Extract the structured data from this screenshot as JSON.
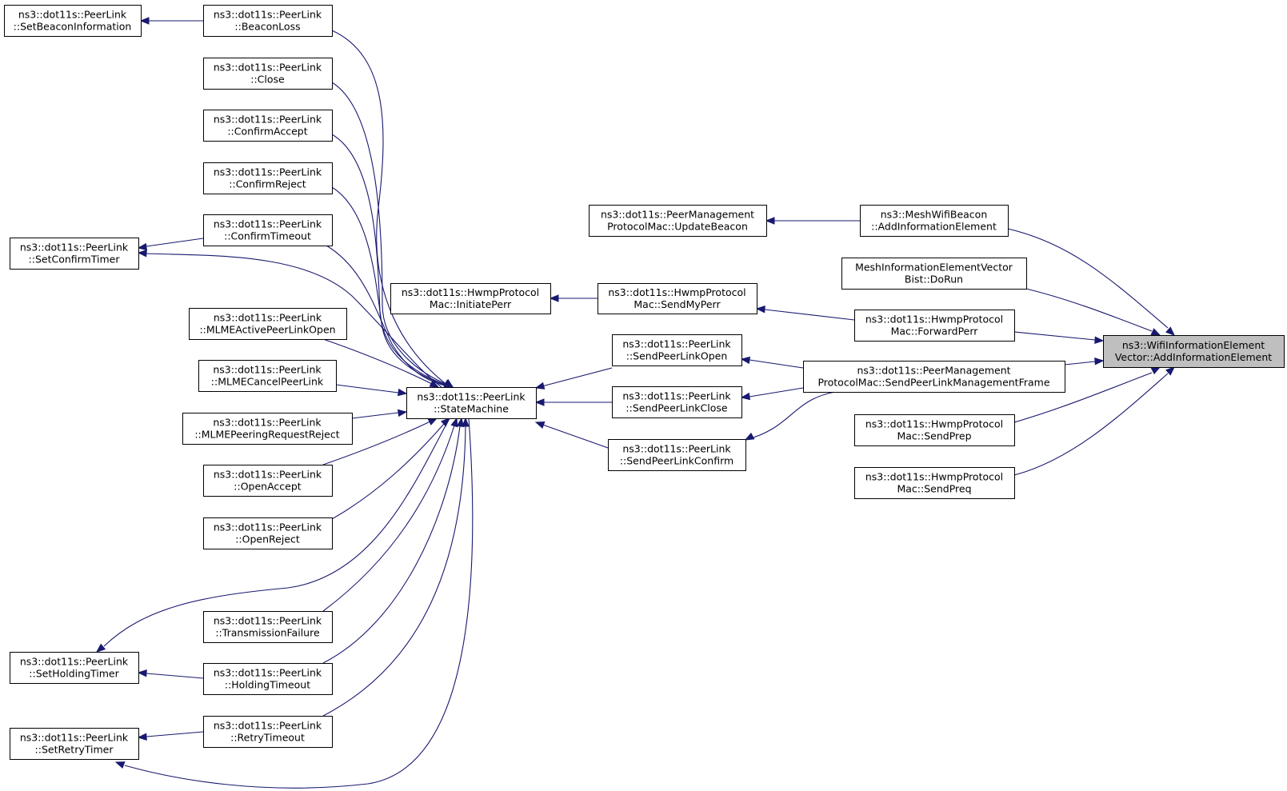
{
  "nodes": {
    "set-beacon-information": [
      "ns3::dot11s::PeerLink",
      "::SetBeaconInformation"
    ],
    "beacon-loss": [
      "ns3::dot11s::PeerLink",
      "::BeaconLoss"
    ],
    "close": [
      "ns3::dot11s::PeerLink",
      "::Close"
    ],
    "confirm-accept": [
      "ns3::dot11s::PeerLink",
      "::ConfirmAccept"
    ],
    "confirm-reject": [
      "ns3::dot11s::PeerLink",
      "::ConfirmReject"
    ],
    "confirm-timeout": [
      "ns3::dot11s::PeerLink",
      "::ConfirmTimeout"
    ],
    "set-confirm-timer": [
      "ns3::dot11s::PeerLink",
      "::SetConfirmTimer"
    ],
    "mlme-active-peer-link-open": [
      "ns3::dot11s::PeerLink",
      "::MLMEActivePeerLinkOpen"
    ],
    "mlme-cancel-peer-link": [
      "ns3::dot11s::PeerLink",
      "::MLMECancelPeerLink"
    ],
    "mlme-peering-request-reject": [
      "ns3::dot11s::PeerLink",
      "::MLMEPeeringRequestReject"
    ],
    "open-accept": [
      "ns3::dot11s::PeerLink",
      "::OpenAccept"
    ],
    "open-reject": [
      "ns3::dot11s::PeerLink",
      "::OpenReject"
    ],
    "transmission-failure": [
      "ns3::dot11s::PeerLink",
      "::TransmissionFailure"
    ],
    "set-holding-timer": [
      "ns3::dot11s::PeerLink",
      "::SetHoldingTimer"
    ],
    "holding-timeout": [
      "ns3::dot11s::PeerLink",
      "::HoldingTimeout"
    ],
    "set-retry-timer": [
      "ns3::dot11s::PeerLink",
      "::SetRetryTimer"
    ],
    "retry-timeout": [
      "ns3::dot11s::PeerLink",
      "::RetryTimeout"
    ],
    "state-machine": [
      "ns3::dot11s::PeerLink",
      "::StateMachine"
    ],
    "initiate-perr": [
      "ns3::dot11s::HwmpProtocol",
      "Mac::InitiatePerr"
    ],
    "send-my-perr": [
      "ns3::dot11s::HwmpProtocol",
      "Mac::SendMyPerr"
    ],
    "update-beacon": [
      "ns3::dot11s::PeerManagement",
      "ProtocolMac::UpdateBeacon"
    ],
    "send-peer-link-open": [
      "ns3::dot11s::PeerLink",
      "::SendPeerLinkOpen"
    ],
    "send-peer-link-close": [
      "ns3::dot11s::PeerLink",
      "::SendPeerLinkClose"
    ],
    "send-peer-link-confirm": [
      "ns3::dot11s::PeerLink",
      "::SendPeerLinkConfirm"
    ],
    "mesh-wifi-beacon-add": [
      "ns3::MeshWifiBeacon",
      "::AddInformationElement"
    ],
    "bist-do-run": [
      "MeshInformationElementVector",
      "Bist::DoRun"
    ],
    "forward-perr": [
      "ns3::dot11s::HwmpProtocol",
      "Mac::ForwardPerr"
    ],
    "send-peer-link-management-frame": [
      "ns3::dot11s::PeerManagement",
      "ProtocolMac::SendPeerLinkManagementFrame"
    ],
    "send-prep": [
      "ns3::dot11s::HwmpProtocol",
      "Mac::SendPrep"
    ],
    "send-preq": [
      "ns3::dot11s::HwmpProtocol",
      "Mac::SendPreq"
    ],
    "target-add-information-element": [
      "ns3::WifiInformationElement",
      "Vector::AddInformationElement"
    ]
  },
  "colors": {
    "edge": "#191970",
    "node_border": "#000000",
    "target_fill": "#bfbfbf",
    "node_fill": "#ffffff"
  }
}
